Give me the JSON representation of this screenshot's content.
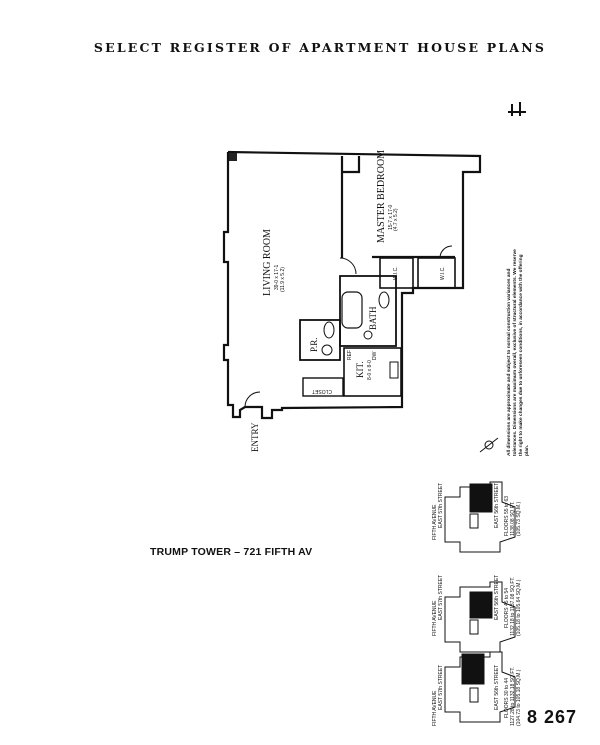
{
  "header": {
    "title": "SELECT REGISTER OF APARTMENT HOUSE PLANS"
  },
  "plan": {
    "rooms": {
      "living_room": {
        "name": "LIVING ROOM",
        "dims": "39-0 x 17-1",
        "metric": "(11.9 x 5.2)"
      },
      "master_bedroom": {
        "name": "MASTER BEDROOM",
        "dims": "15-7 x 17-0",
        "metric": "(4.7 x 5.2)"
      },
      "wic1": "W.I.C.",
      "wic2": "W.I.C.",
      "bath": "BATH",
      "powder_room": "P.R.",
      "kitchen": "KIT.",
      "kitchen_dims": "8-0 x 8-0",
      "closet": "CLOSET",
      "ref": "REF",
      "dw": "DW"
    },
    "entry": "ENTRY"
  },
  "notes": {
    "text": "All dimensions are approximate and subject to normal construction variances and tolerances. Dimensions are maximum overall, exclusive of structural elements. We reserve the right to make changes due to unforeseen conditions, in accordance with the offering plan."
  },
  "building": {
    "caption": "TRUMP TOWER – 721 FIFTH AV"
  },
  "key_plans": [
    {
      "avenue": "FIFTH AVENUE",
      "street_north": "EAST 57th STREET",
      "street_south": "EAST 56th STREET",
      "floors": "FLOORS 30 to 44",
      "area": "1127.28 to 1132.18 SQ.FT.",
      "metric": "(104.73 to 105.18 SQ.M.)"
    },
    {
      "avenue": "FIFTH AVENUE",
      "street_north": "EAST 57th STREET",
      "street_south": "EAST 56th STREET",
      "floors": "FLOORS 45 to 54",
      "area": "1132.18 to 1137.08 SQ.FT.",
      "metric": "(105.18 to 105.64 SQ.M.)"
    },
    {
      "avenue": "FIFTH AVENUE",
      "street_north": "EAST 57th STREET",
      "street_south": "EAST 56th STREET",
      "floors": "FLOORS 55 to 63",
      "area": "1138.08 SQ.FT.",
      "metric": "(105.73 SQ.M.)"
    }
  ],
  "footer": {
    "page_number": "8 267"
  }
}
